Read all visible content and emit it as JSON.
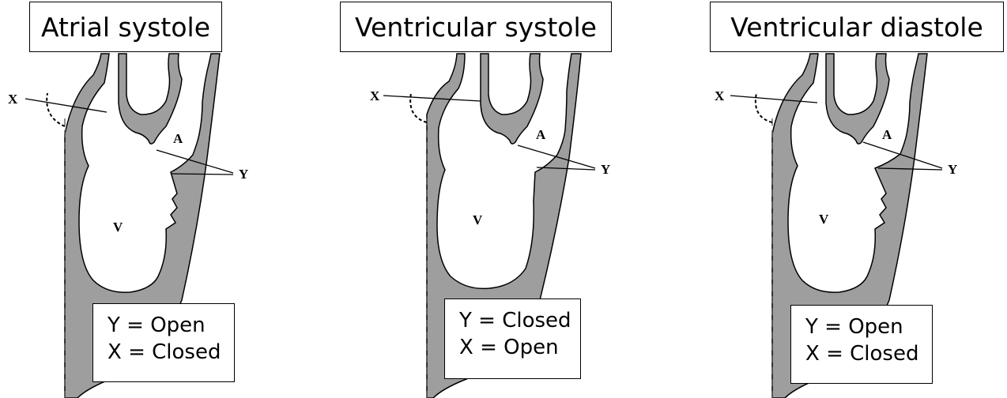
{
  "colors": {
    "wall": "#9e9e9e",
    "stroke": "#000000",
    "box": "#ffffff"
  },
  "panels": [
    {
      "title": "Atrial systole",
      "labels": {
        "x": "X",
        "y": "Y",
        "a": "A",
        "v": "V"
      },
      "states": [
        "Y = Open",
        "X = Closed"
      ]
    },
    {
      "title": "Ventricular systole",
      "labels": {
        "x": "X",
        "y": "Y",
        "a": "A",
        "v": "V"
      },
      "states": [
        "Y = Closed",
        "X = Open"
      ]
    },
    {
      "title": "Ventricular diastole",
      "labels": {
        "x": "X",
        "y": "Y",
        "a": "A",
        "v": "V"
      },
      "states": [
        "Y = Open",
        "X = Closed"
      ]
    }
  ]
}
